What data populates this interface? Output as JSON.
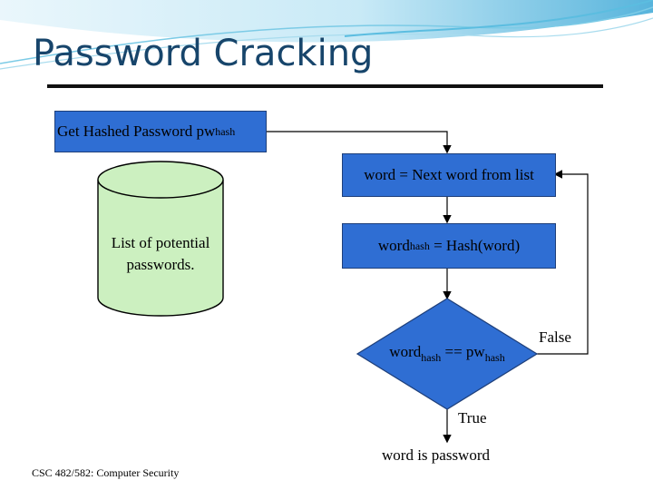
{
  "slide": {
    "title": "Password Cracking",
    "footer": "CSC 482/582: Computer Security"
  },
  "flow": {
    "get_hashed": {
      "text": "Get Hashed Password pw",
      "sub": "hash"
    },
    "next_word": {
      "text": "word = Next word from list"
    },
    "hash_word": {
      "pre": "word",
      "sub": "hash",
      "post": " = Hash(word)"
    },
    "compare": {
      "pre": "word",
      "sub1": "hash",
      "mid": " == pw",
      "sub2": "hash"
    },
    "false_label": "False",
    "true_label": "True",
    "result": "word is password"
  },
  "database": {
    "label": "List of potential passwords."
  },
  "colors": {
    "box_fill": "#2f6ed3",
    "db_fill": "#ccf0c0",
    "title": "#17456b",
    "swoosh": "#4fb3d9"
  }
}
